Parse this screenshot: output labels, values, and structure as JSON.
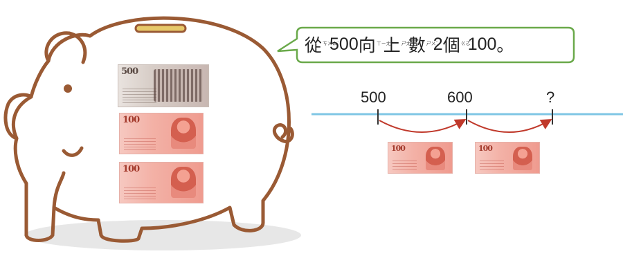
{
  "speech": {
    "parts": [
      "從",
      "500",
      "向",
      "上",
      "數",
      "2",
      "個",
      "100",
      "。"
    ],
    "zhuyin": [
      "ㄘㄨㄥˊ",
      "ㄒㄧㄤˋ",
      "ㄕㄤˋ",
      "ㄕㄨˇ",
      "ㄍㄜˋ"
    ]
  },
  "number_line": {
    "labels": [
      "500",
      "600",
      "?"
    ]
  },
  "piggy_bank": {
    "bills": [
      {
        "value": "500"
      },
      {
        "value": "100"
      },
      {
        "value": "100"
      }
    ]
  },
  "hop_bills": [
    {
      "value": "100"
    },
    {
      "value": "100"
    }
  ],
  "colors": {
    "outline": "#9a5a34",
    "bubble": "#6aa94a",
    "line": "#7fc6e4",
    "arrow": "#c0392b",
    "shadow": "#e7e7e7"
  }
}
